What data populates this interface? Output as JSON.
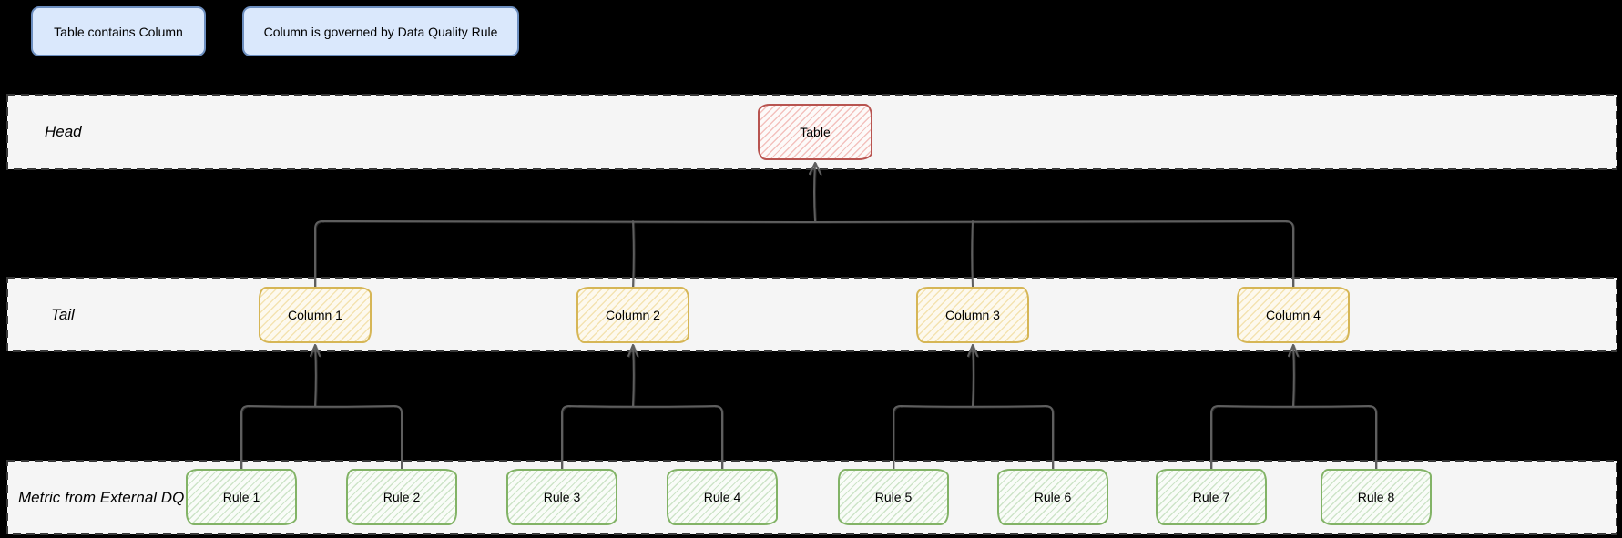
{
  "legend": {
    "items": [
      {
        "label": "Table contains Column"
      },
      {
        "label": "Column is governed by Data Quality Rule"
      }
    ]
  },
  "lanes": [
    {
      "label": "Head"
    },
    {
      "label": "Tail"
    },
    {
      "label": "Metric from External DQ"
    }
  ],
  "nodes": {
    "table": {
      "label": "Table"
    },
    "columns": [
      {
        "label": "Column 1"
      },
      {
        "label": "Column 2"
      },
      {
        "label": "Column 3"
      },
      {
        "label": "Column 4"
      }
    ],
    "rules": [
      {
        "label": "Rule 1"
      },
      {
        "label": "Rule 2"
      },
      {
        "label": "Rule 3"
      },
      {
        "label": "Rule 4"
      },
      {
        "label": "Rule 5"
      },
      {
        "label": "Rule 6"
      },
      {
        "label": "Rule 7"
      },
      {
        "label": "Rule 8"
      }
    ]
  },
  "colors": {
    "canvas_bg": "#000000",
    "lane_fill": "#f5f5f5",
    "lane_border": "#383838",
    "connector": "#5e5e5e",
    "legend_fill": "#dae8fc",
    "legend_stroke": "#6c8ebf",
    "table_stroke": "#b85450",
    "table_hatch": "#f3c1bd",
    "column_stroke": "#d6b656",
    "column_hatch": "#f4e3b1",
    "rule_stroke": "#82b366",
    "rule_hatch": "#cde4c8"
  }
}
